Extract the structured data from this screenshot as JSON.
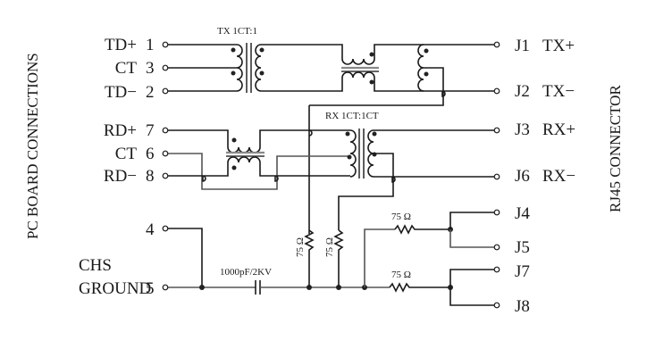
{
  "left_title": "PC BOARD CONNECTIONS",
  "right_title": "RJ45 CONNECTOR",
  "left_pins": [
    {
      "name": "TD+",
      "num": "1"
    },
    {
      "name": "CT",
      "num": "3"
    },
    {
      "name": "TD−",
      "num": "2"
    },
    {
      "name": "RD+",
      "num": "7"
    },
    {
      "name": "CT",
      "num": "6"
    },
    {
      "name": "RD−",
      "num": "8"
    },
    {
      "name": "",
      "num": "4"
    },
    {
      "name": "GROUND",
      "num": "5"
    }
  ],
  "chs_label": "CHS",
  "right_pins": [
    {
      "num": "J1",
      "name": "TX+"
    },
    {
      "num": "J2",
      "name": "TX−"
    },
    {
      "num": "J3",
      "name": "RX+"
    },
    {
      "num": "J6",
      "name": "RX−"
    },
    {
      "num": "J4",
      "name": ""
    },
    {
      "num": "J5",
      "name": ""
    },
    {
      "num": "J7",
      "name": ""
    },
    {
      "num": "J8",
      "name": ""
    }
  ],
  "transformers": {
    "tx": "TX 1CT:1",
    "rx": "RX 1CT:1CT"
  },
  "components": {
    "capacitor": "1000pF/2KV",
    "r1": "75 Ω",
    "r2": "75 Ω",
    "r3": "75 Ω",
    "r4": "75 Ω"
  }
}
